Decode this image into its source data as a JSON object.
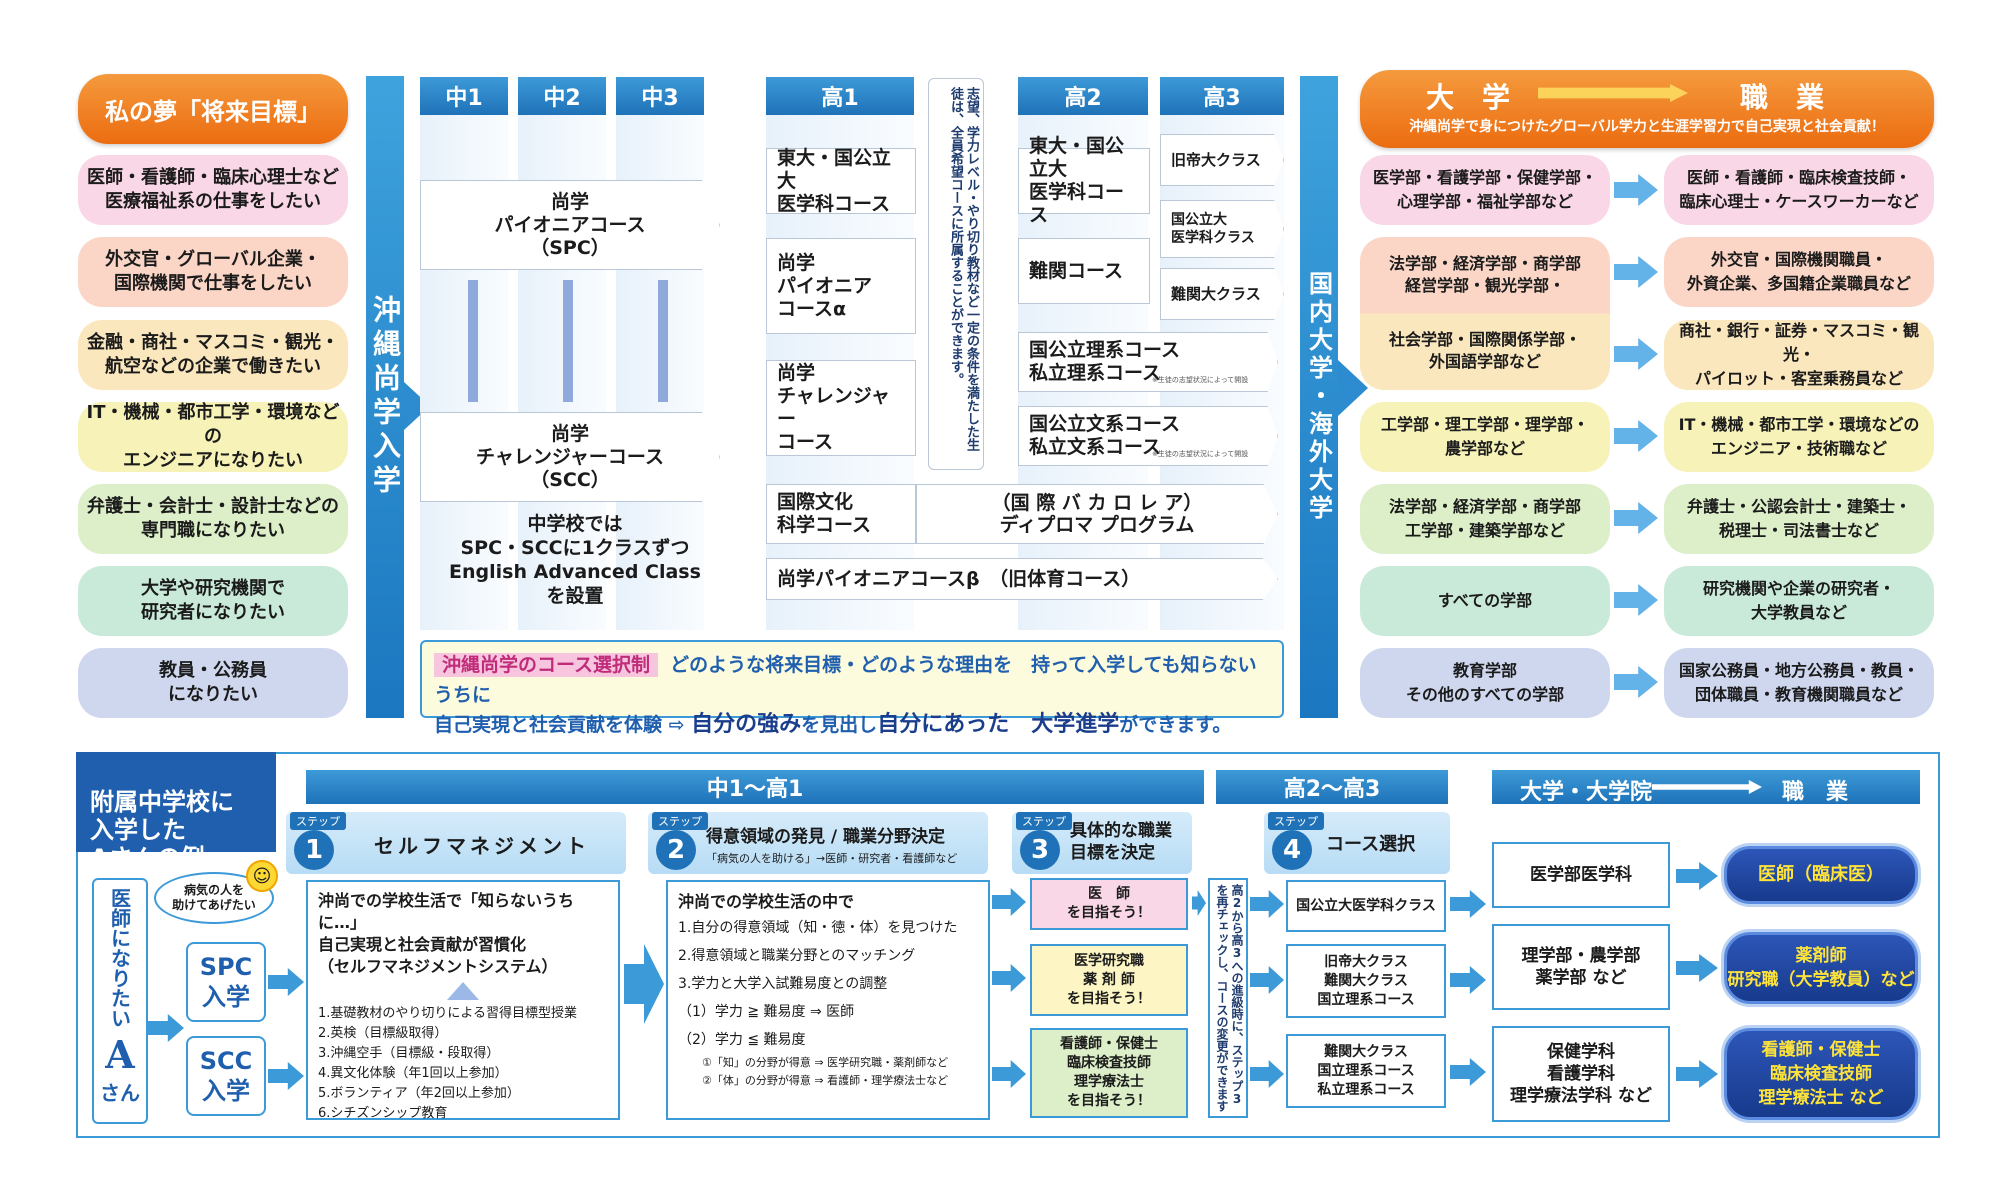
{
  "dream_header": "私の夢「将来目標」",
  "dreams": [
    "医師・看護師・臨床心理士など\n医療福祉系の仕事をしたい",
    "外交官・グローバル企業・\n国際機関で仕事をしたい",
    "金融・商社・マスコミ・観光・\n航空などの企業で働きたい",
    "IT・機械・都市工学・環境などの\nエンジニアになりたい",
    "弁護士・会計士・設計士などの\n専門職になりたい",
    "大学や研究機関で\n研究者になりたい",
    "教員・公務員\nになりたい"
  ],
  "entry_label": "沖縄尚学入学",
  "grades": {
    "m1": "中1",
    "m2": "中2",
    "m3": "中3",
    "h1": "高1",
    "h2": "高2",
    "h3": "高3"
  },
  "middle": {
    "spc": "尚学\nパイオニアコース\n（SPC）",
    "scc": "尚学\nチャレンジャーコース\n（SCC）",
    "note": "中学校では\nSPC・SCCに1クラスずつ\nEnglish Advanced Class\nを設置"
  },
  "h1_courses": [
    "東大・国公立大\n医学科コース",
    "尚学\nパイオニア\nコースα",
    "尚学\nチャレンジャー\nコース",
    "国際文化\n科学コース",
    "尚学パイオニアコースβ　（旧体育コース）"
  ],
  "vertical_note": "志望、学力レベル・やり切り教材など一定の条件を満たした生徒は、全員希望コースに所属することができます。",
  "h2_courses": [
    "東大・国公立大\n医学科コース",
    "難関コース",
    "国公立理系コース\n私立理系コース",
    "国公立文系コース\n私立文系コース"
  ],
  "small_note": "※生徒の志望状況によって開設",
  "h3_courses": [
    "旧帝大クラス",
    "国公立大\n医学科クラス",
    "難関大クラス"
  ],
  "ib": "（国 際 バ カ ロ レ ア）\nディプロマ プログラム",
  "course_system": {
    "tag": "沖縄尚学のコース選択制",
    "line1": "どのような将来目標・どのような理由を　持って入学しても知らないうちに",
    "line2_a": "自己実現と社会貢献を体験 ⇨ ",
    "line2_b": "自分の強み",
    "line2_c": "を見出し",
    "line2_d": "自分にあった",
    "line2_e": "　大学進学",
    "line2_f": "ができます。"
  },
  "univ_label": "国内大学・海外大学",
  "univ_header": {
    "a": "大　学",
    "b": "職　業",
    "sub": "沖縄尚学で身につけたグローバル学力と生涯学習力で自己実現と社会貢献！"
  },
  "faculties": [
    "医学部・看護学部・保健学部・\n心理学部・福祉学部など",
    "法学部・経済学部・商学部\n経営学部・観光学部・",
    "社会学部・国際関係学部・\n外国語学部など",
    "工学部・理工学部・理学部・\n農学部など",
    "法学部・経済学部・商学部\n工学部・建築学部など",
    "すべての学部",
    "教育学部\nその他のすべての学部"
  ],
  "jobs": [
    "医師・看護師・臨床検査技師・\n臨床心理士・ケースワーカーなど",
    "外交官・国際機関職員・\n外資企業、多国籍企業職員など",
    "商社・銀行・証券・マスコミ・観光・\nパイロット・客室乗務員など",
    "IT・機械・都市工学・環境などの\nエンジニア・技術職など",
    "弁護士・公認会計士・建築士・\n税理士・司法書士など",
    "研究機関や企業の研究者・\n大学教員など",
    "国家公務員・地方公務員・教員・\n団体職員・教育機関職員など"
  ],
  "example": {
    "title": "附属中学校に\n入学した\nAさんの例",
    "span1": "中1〜高1",
    "span2": "高2〜高3",
    "span3a": "大学・大学院",
    "span3b": "職　業",
    "person_a": "医師になりたい",
    "person_big": "A",
    "person_b": "さん",
    "bubble": "病気の人を\n助けてあげたい",
    "spc_entry": "SPC\n入学",
    "scc_entry": "SCC\n入学",
    "step_tag": "ステップ",
    "step1_title": "セルフマネジメント",
    "step2_title": "得意領域の発見 / 職業分野決定",
    "step2_sub": "「病気の人を助ける」→医師・研究者・看護師など",
    "step3_title": "具体的な職業\n目標を決定",
    "step4_title": "コース選択",
    "step1_head": "沖尚での学校生活で「知らないうちに…」\n自己実現と社会貢献が習慣化\n（セルフマネジメントシステム）",
    "step1_list": "1.基礎教材のやり切りによる習得目標型授業\n2.英検（目標級取得）\n3.沖縄空手（目標級・段取得）\n4.異文化体験（年1回以上参加）\n5.ボランティア（年2回以上参加）\n6.シチズンシップ教育",
    "step2_head": "沖尚での学校生活の中で",
    "step2_list": "1.自分の得意領域（知・徳・体）を見つけた\n2.得意領域と職業分野とのマッチング\n3.学力と大学入試難易度との調整\n（1）学力 ≧ 難易度 ⇒ 医師\n（2）学力 ≦ 難易度",
    "step2_notes": "①「知」の分野が得意 ⇒ 医学研究職・薬剤師など\n②「体」の分野が得意 ⇒ 看護師・理学療法士など",
    "step3_boxes": [
      "医　師\nを目指そう！",
      "医学研究職\n薬 剤 師\nを目指そう！",
      "看護師・保健士\n臨床検査技師\n理学療法士\nを目指そう！"
    ],
    "recheck": "高2から高3への進級時に、ステップ3を再チェックし、コースの変更ができます",
    "step4_boxes": [
      "国公立大医学科クラス",
      "旧帝大クラス\n難関大クラス\n国立理系コース",
      "難関大クラス\n国立理系コース\n私立理系コース"
    ],
    "univ_boxes": [
      "医学部医学科",
      "理学部・農学部\n薬学部 など",
      "保健学科\n看護学科\n理学療法学科 など"
    ],
    "job_boxes": [
      "医師（臨床医）",
      "薬剤師\n研究職（大学教員）など",
      "看護師・保健士\n臨床検査技師\n理学療法士 など"
    ]
  },
  "colors": {
    "blue": "#1f72b8",
    "orange": "#f07820",
    "navy": "#173a8c",
    "yellow": "#fde33a"
  }
}
